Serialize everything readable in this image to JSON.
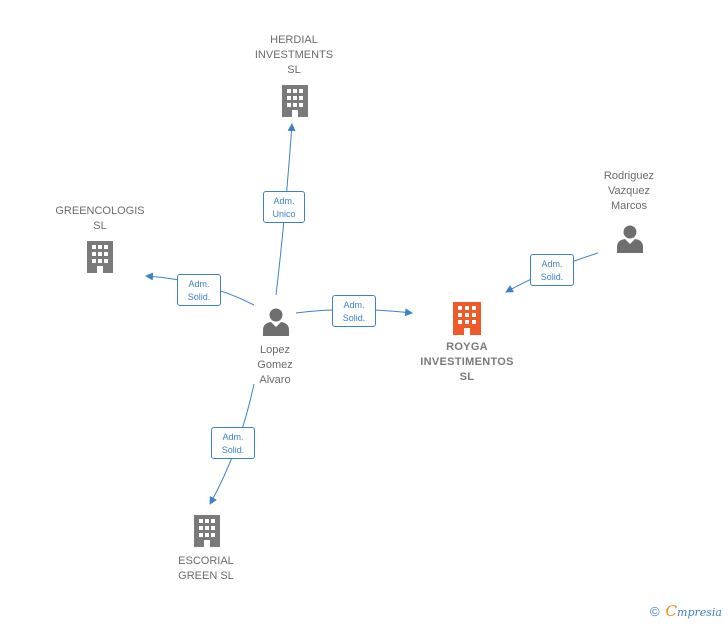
{
  "nodes": {
    "herdial": {
      "label": "HERDIAL\nINVESTMENTS\nSL"
    },
    "greencologis": {
      "label": "GREENCOLOGIS\nSL"
    },
    "rodriguez": {
      "label": "Rodriguez\nVazquez\nMarcos"
    },
    "lopez": {
      "label": "Lopez\nGomez\nAlvaro"
    },
    "royga": {
      "label": "ROYGA\nINVESTIMENTOS\nSL"
    },
    "escorial": {
      "label": "ESCORIAL\nGREEN  SL"
    }
  },
  "edges": {
    "to_herdial": "Adm.\nUnico",
    "to_greencologis": "Adm.\nSolid.",
    "to_royga": "Adm.\nSolid.",
    "rodriguez_to_royga": "Adm.\nSolid.",
    "to_escorial": "Adm.\nSolid."
  },
  "colors": {
    "edge": "#3d82c7",
    "company": "#7a7a7a",
    "main_company": "#f05a28",
    "person": "#6e6e6e"
  },
  "footer": {
    "copyright": "©",
    "brand_initial": "C",
    "brand_rest": "mpresia"
  }
}
